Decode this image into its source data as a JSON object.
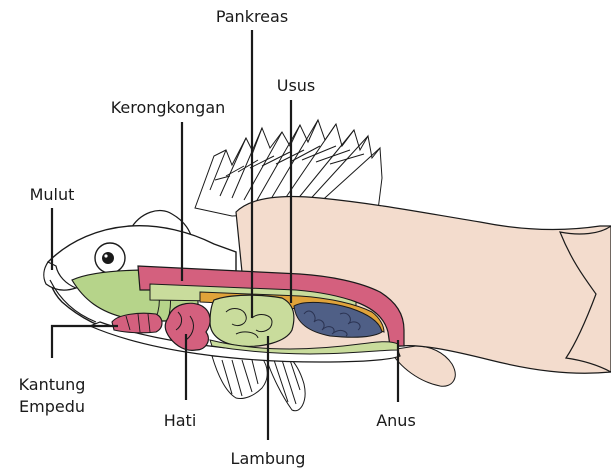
{
  "labels": {
    "pankreas": "Pankreas",
    "usus": "Usus",
    "kerongkongan": "Kerongkongan",
    "mulut": "Mulut",
    "kantung_line1": "Kantung",
    "kantung_line2": "Empedu",
    "hati": "Hati",
    "anus": "Anus",
    "lambung": "Lambung"
  },
  "colors": {
    "body": "#f3dccd",
    "outline": "#1a1a1a",
    "gill_area": "#b6d48a",
    "esophagus": "#d4607e",
    "intestine_light": "#c9dc9c",
    "pancreas": "#e0a33a",
    "liver": "#d4607e",
    "gallbladder": "#d4607e",
    "kidney": "#4f5f86",
    "fin": "#ffffff"
  }
}
